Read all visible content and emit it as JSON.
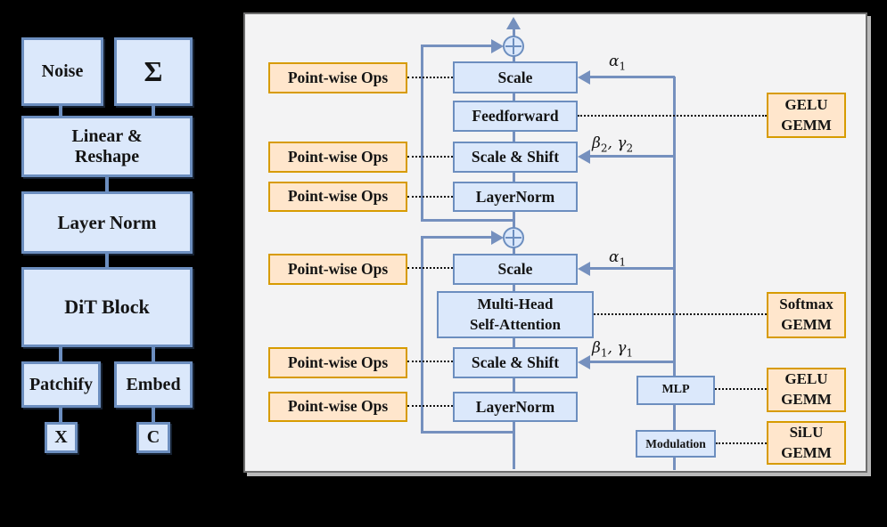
{
  "figure": {
    "description_colors": {
      "blue_fill": "#DBE8FB",
      "blue_border": "#6C8EBF",
      "orange_fill": "#FFE6CC",
      "orange_border": "#D79B00",
      "panel_bg": "#F3F3F4",
      "panel_border": "#6F6F6F",
      "line_blue": "#7590BE",
      "dotted_line": "#111111",
      "background": "#000000"
    }
  },
  "overview": {
    "noise": "Noise",
    "sum": "Σ",
    "linear_reshape_line1": "Linear &",
    "linear_reshape_line2": "Reshape",
    "layer_norm": "Layer Norm",
    "dit_block": "DiT Block",
    "patchify": "Patchify",
    "embed": "Embed",
    "x": "X",
    "c": "C"
  },
  "detail": {
    "pwo_rows": [
      "Point-wise Ops",
      "Point-wise Ops",
      "Point-wise Ops",
      "Point-wise Ops",
      "Point-wise Ops",
      "Point-wise Ops"
    ],
    "nodes": {
      "scale_top": "Scale",
      "feedforward": "Feedforward",
      "scale_shift_top": "Scale & Shift",
      "layernorm_top": "LayerNorm",
      "scale_bottom": "Scale",
      "mhsa_line1": "Multi-Head",
      "mhsa_line2": "Self-Attention",
      "scale_shift_bottom": "Scale & Shift",
      "layernorm_bottom": "LayerNorm",
      "mlp": "MLP",
      "modulation": "Modulation"
    },
    "gemm": [
      {
        "line1": "GELU",
        "line2": "GEMM"
      },
      {
        "line1": "Softmax",
        "line2": "GEMM"
      },
      {
        "line1": "GELU",
        "line2": "GEMM"
      },
      {
        "line1": "SiLU",
        "line2": "GEMM"
      }
    ],
    "greek": {
      "alpha_top": {
        "s1": "α",
        "b1": "1",
        "s2": "",
        "b2": ""
      },
      "beta_gamma_top": {
        "s1": "β",
        "b1": "2",
        "s2": ", γ",
        "b2": "2"
      },
      "alpha_bottom": {
        "s1": "α",
        "b1": "1",
        "s2": "",
        "b2": ""
      },
      "beta_gamma_bottom": {
        "s1": "β",
        "b1": "1",
        "s2": ", γ",
        "b2": "1"
      }
    }
  }
}
